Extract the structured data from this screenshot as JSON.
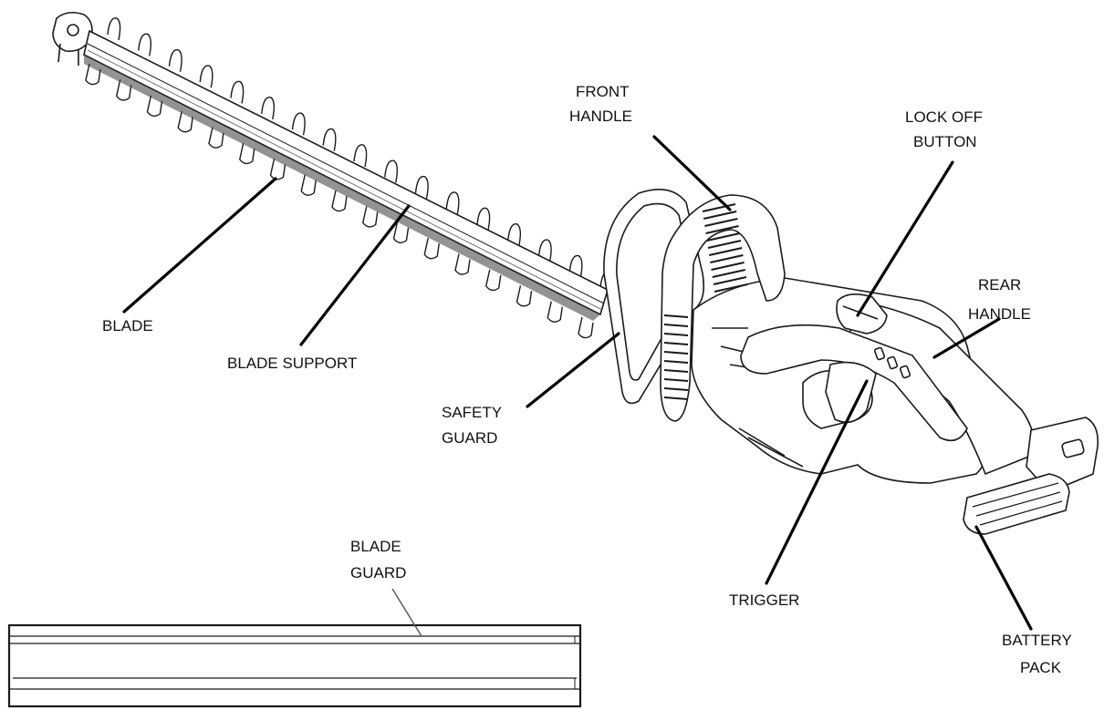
{
  "diagram": {
    "labels": {
      "blade": "BLADE",
      "blade_support": "BLADE SUPPORT",
      "front_handle_1": "FRONT",
      "front_handle_2": "HANDLE",
      "lock_off_1": "LOCK OFF",
      "lock_off_2": "BUTTON",
      "rear_handle_1": "REAR",
      "rear_handle_2": "HANDLE",
      "safety_guard_1": "SAFETY",
      "safety_guard_2": "GUARD",
      "trigger": "TRIGGER",
      "battery_1": "BATTERY",
      "battery_2": "PACK",
      "blade_guard_1": "BLADE",
      "blade_guard_2": "GUARD"
    },
    "colors": {
      "ink": "#1a1a1a",
      "background": "#ffffff"
    }
  }
}
